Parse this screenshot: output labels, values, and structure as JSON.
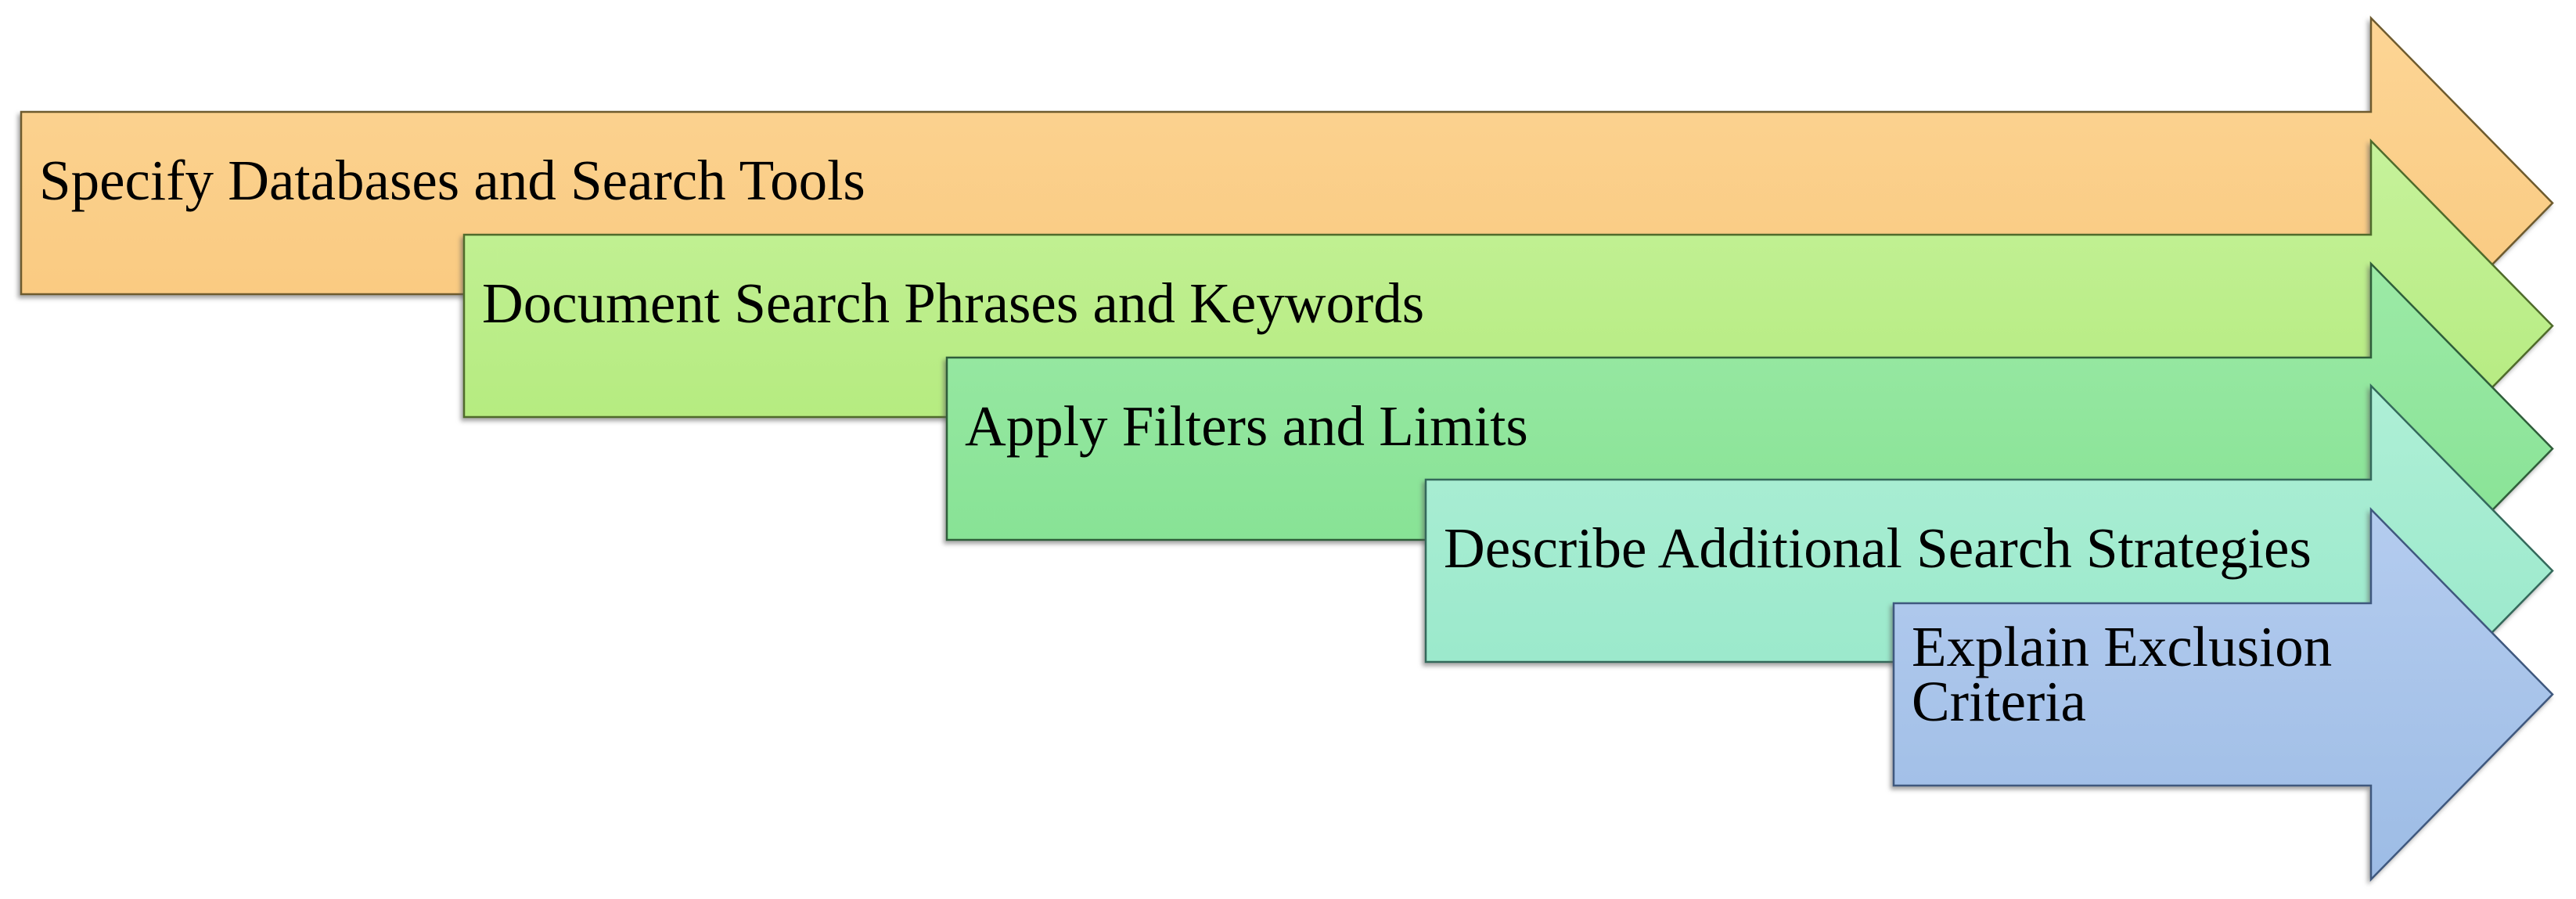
{
  "diagram": {
    "kind": "staggered-process-arrows",
    "background": "#ffffff",
    "text_color": "#000000",
    "steps": [
      {
        "label": "Specify Databases and Search Tools",
        "fill_top": "#FCD595",
        "fill_bottom": "#F9C77B",
        "stroke": "#6E5B2E"
      },
      {
        "label": "Document Search Phrases and Keywords",
        "fill_top": "#C6F29B",
        "fill_bottom": "#B0E977",
        "stroke": "#4F6B2B"
      },
      {
        "label": "Apply Filters and Limits",
        "fill_top": "#9CEAA6",
        "fill_bottom": "#81E090",
        "stroke": "#2F5E3A"
      },
      {
        "label": "Describe Additional Search Strategies",
        "fill_top": "#AEEFD6",
        "fill_bottom": "#95E7C8",
        "stroke": "#34695B"
      },
      {
        "label": "Explain Exclusion Criteria",
        "fill_top": "#B4CCEF",
        "fill_bottom": "#9DBCE5",
        "stroke": "#3F587E"
      }
    ]
  }
}
